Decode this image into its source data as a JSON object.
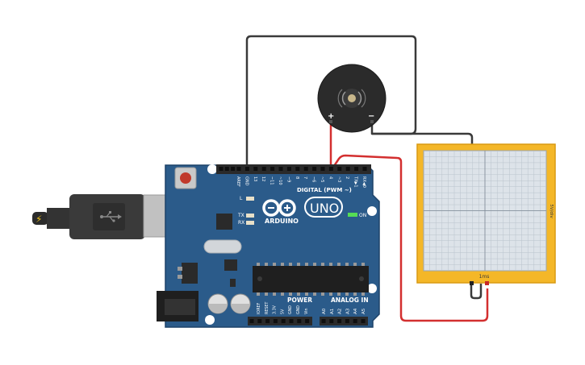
{
  "colors": {
    "board": "#2b5b8a",
    "board_edge": "#1d4269",
    "header": "#2a2a2a",
    "scope_frame": "#f4b728",
    "scope_screen": "#dde3e9",
    "wire_black": "#3a3a3a",
    "wire_red": "#d32f2f",
    "buzzer_body": "#2b2b2b",
    "usb_plug": "#3a3a3a",
    "usb_metal": "#b9b9b9",
    "led_on": "#55dd55"
  },
  "arduino": {
    "brand": "ARDUINO",
    "model": "UNO",
    "digital_label": "DIGITAL (PWM ~)",
    "power_label": "POWER",
    "analog_label": "ANALOG IN",
    "on_label": "ON",
    "led_l_label": "L",
    "led_tx_label": "TX",
    "led_rx_label": "RX",
    "top_pins": [
      "AREF",
      "GND",
      "13",
      "12",
      "~11",
      "~10",
      "~9",
      "8",
      "7",
      "~6",
      "~5",
      "4",
      "~3",
      "2",
      "TX▶1",
      "RX◀0"
    ],
    "power_pins": [
      "IOREF",
      "RESET",
      "3.3V",
      "5V",
      "GND",
      "GND",
      "Vin"
    ],
    "analog_pins": [
      "A0",
      "A1",
      "A2",
      "A3",
      "A4",
      "A5"
    ]
  },
  "buzzer": {
    "plus_label": "+",
    "minus_label": "−"
  },
  "oscilloscope": {
    "time_label": "1ms",
    "volt_label": "5V/div"
  }
}
